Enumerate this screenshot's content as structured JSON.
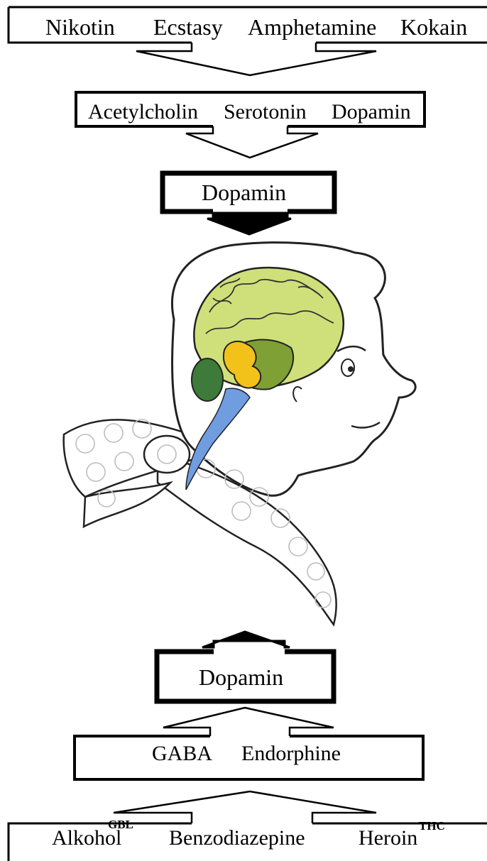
{
  "top": {
    "row1": [
      "Nikotin",
      "Ecstasy",
      "Amphetamine",
      "Kokain"
    ],
    "row2": [
      "Acetylcholin",
      "Serotonin",
      "Dopamin"
    ],
    "row3": "Dopamin"
  },
  "bottom": {
    "row1": "Dopamin",
    "row2": [
      "GABA",
      "Endorphine"
    ],
    "row3": [
      "Alkohol",
      "Benzodiazepine",
      "Heroin"
    ],
    "superscripts": [
      "GBL",
      "THC"
    ]
  },
  "colors": {
    "brain": "#cfe07a",
    "brainstem": "#6f9de0",
    "limbic": "#f2c21a",
    "cerebellum": "#3e7a3a",
    "scarf_dots": "#bdbdbd"
  }
}
